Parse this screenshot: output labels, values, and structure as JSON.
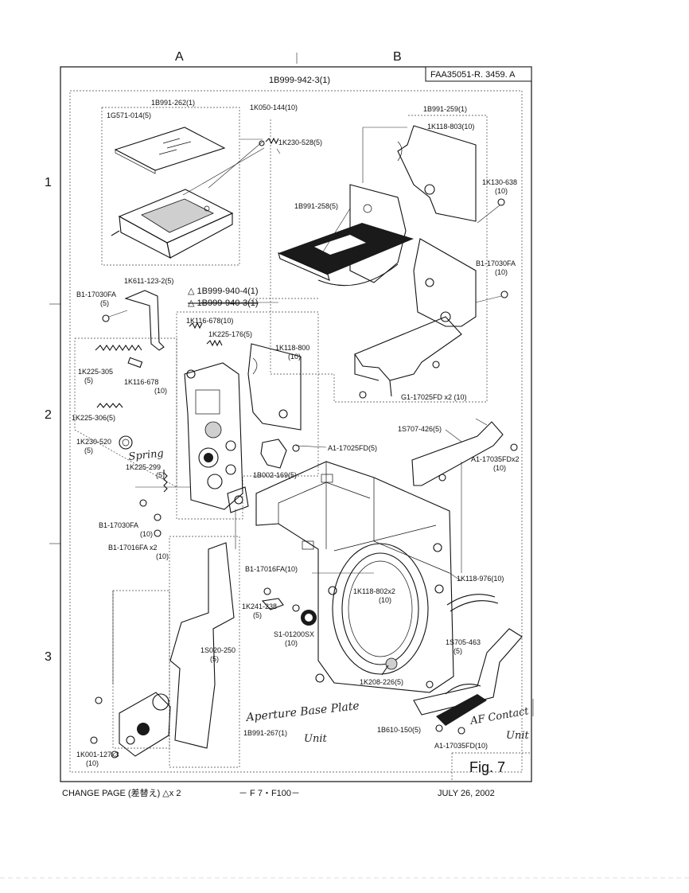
{
  "header": {
    "col_a": "A",
    "col_b": "B",
    "row_1": "1",
    "row_2": "2",
    "row_3": "3",
    "doc_code": "FAA35051-R. 3459. A",
    "assembly": "1B999-942-3(1)"
  },
  "parts": [
    "1B991-262(1)",
    "1G571-014(5)",
    "1K050-144(10)",
    "1K230-528(5)",
    "1B991-259(1)",
    "1K118-803(10)",
    "1K130-638",
    "(10)",
    "1B991-258(5)",
    "B1-17030FA",
    "(10)",
    "1K611-123-2(5)",
    "B1-17030FA",
    "(5)",
    "△ 1B999-940-4(1)",
    "△ 1B999-940-3(1)",
    "1K116-678(10)",
    "1K225-176(5)",
    "1K118-800",
    "(10)",
    "1K225-305",
    "(5)",
    "1K116-678",
    "(10)",
    "1K225-306(5)",
    "1K230-520",
    "(5)",
    "1K225-299",
    "(5)",
    "A1-17025FD(5)",
    "1B002-169(5)",
    "G1-17025FD x2 (10)",
    "1S707-426(5)",
    "A1-17035FDx2",
    "(10)",
    "B1-17030FA",
    "(10)",
    "B1-17016FA x2",
    "(10)",
    "B1-17016FA(10)",
    "1K241-238",
    "(5)",
    "1K118-802x2",
    "(10)",
    "1K118-976(10)",
    "S1-01200SX",
    "(10)",
    "1S020-250",
    "(5)",
    "1S705-463",
    "(5)",
    "1K208-226(5)",
    "1B991-267(1)",
    "1B610-150(5)",
    "A1-17035FD(10)",
    "1K001-127x3",
    "(10)"
  ],
  "handwritten": {
    "spring": "Spring",
    "aperture_1": "Aperture Base Plate",
    "aperture_2": "Unit",
    "af_1": "AF Contact",
    "af_2": "Unit"
  },
  "figure_label": "Fig. 7",
  "footer": {
    "change_page": "CHANGE PAGE (差替え) △x 2",
    "page": "－ F 7・F100－",
    "date": "JULY 26, 2002"
  }
}
